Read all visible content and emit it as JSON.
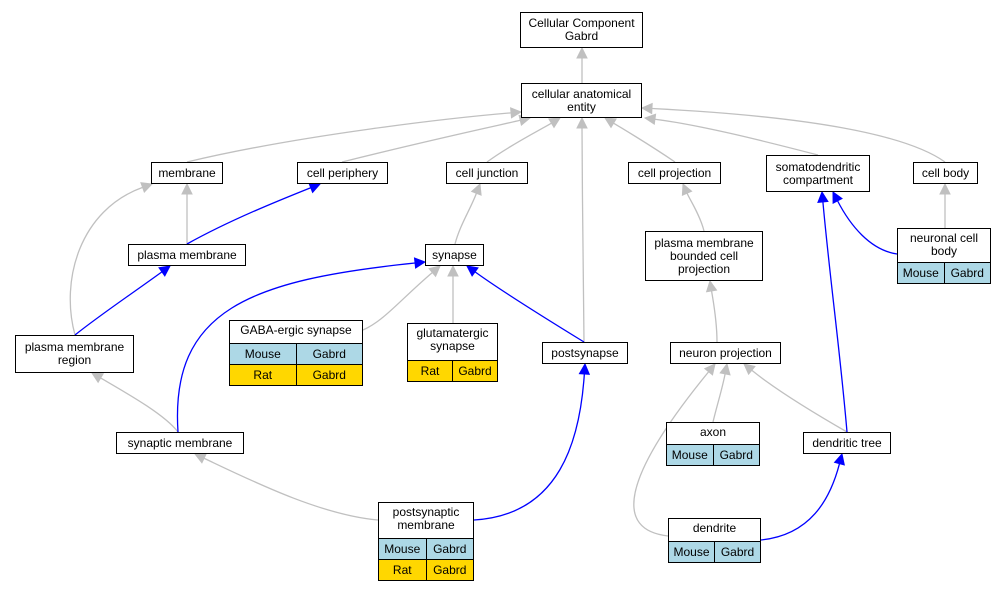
{
  "colors": {
    "is_a": "#c0c0c0",
    "part_of": "#0000ff",
    "mouse": "#add8e6",
    "rat": "#ffd700"
  },
  "nodes": {
    "cc_gabrd": {
      "label_lines": [
        "Cellular Component",
        "Gabrd"
      ]
    },
    "cae": {
      "label_lines": [
        "cellular anatomical",
        "entity"
      ]
    },
    "membrane": {
      "label_lines": [
        "membrane"
      ]
    },
    "cell_periphery": {
      "label_lines": [
        "cell periphery"
      ]
    },
    "cell_junction": {
      "label_lines": [
        "cell junction"
      ]
    },
    "cell_projection": {
      "label_lines": [
        "cell projection"
      ]
    },
    "somatodendritic": {
      "label_lines": [
        "somatodendritic",
        "compartment"
      ]
    },
    "cell_body": {
      "label_lines": [
        "cell body"
      ]
    },
    "plasma_membrane": {
      "label_lines": [
        "plasma membrane"
      ]
    },
    "synapse": {
      "label_lines": [
        "synapse"
      ]
    },
    "pm_bounded": {
      "label_lines": [
        "plasma membrane",
        "bounded cell",
        "projection"
      ]
    },
    "neuronal_cell_body": {
      "label_lines": [
        "neuronal cell",
        "body"
      ],
      "rows": [
        [
          "Mouse",
          "Gabrd"
        ]
      ]
    },
    "gaba_synapse": {
      "label_lines": [
        "GABA-ergic synapse"
      ],
      "rows": [
        [
          "Mouse",
          "Gabrd"
        ],
        [
          "Rat",
          "Gabrd"
        ]
      ]
    },
    "glutamatergic": {
      "label_lines": [
        "glutamatergic",
        "synapse"
      ],
      "rows": [
        [
          "Rat",
          "Gabrd"
        ]
      ]
    },
    "postsynapse": {
      "label_lines": [
        "postsynapse"
      ]
    },
    "neuron_projection": {
      "label_lines": [
        "neuron projection"
      ]
    },
    "pm_region": {
      "label_lines": [
        "plasma membrane",
        "region"
      ]
    },
    "synaptic_membrane": {
      "label_lines": [
        "synaptic membrane"
      ]
    },
    "axon": {
      "label_lines": [
        "axon"
      ],
      "rows": [
        [
          "Mouse",
          "Gabrd"
        ]
      ]
    },
    "dendritic_tree": {
      "label_lines": [
        "dendritic tree"
      ]
    },
    "postsynaptic_membrane": {
      "label_lines": [
        "postsynaptic",
        "membrane"
      ],
      "rows": [
        [
          "Mouse",
          "Gabrd"
        ],
        [
          "Rat",
          "Gabrd"
        ]
      ]
    },
    "dendrite": {
      "label_lines": [
        "dendrite"
      ],
      "rows": [
        [
          "Mouse",
          "Gabrd"
        ]
      ]
    }
  },
  "edges": [
    {
      "from": "cae",
      "to": "cc_gabrd",
      "type": "is_a"
    },
    {
      "from": "membrane",
      "to": "cae",
      "type": "is_a"
    },
    {
      "from": "cell_periphery",
      "to": "cae",
      "type": "is_a"
    },
    {
      "from": "cell_junction",
      "to": "cae",
      "type": "is_a"
    },
    {
      "from": "cell_projection",
      "to": "cae",
      "type": "is_a"
    },
    {
      "from": "somatodendritic",
      "to": "cae",
      "type": "is_a"
    },
    {
      "from": "cell_body",
      "to": "cae",
      "type": "is_a"
    },
    {
      "from": "postsynapse",
      "to": "cae",
      "type": "is_a"
    },
    {
      "from": "plasma_membrane",
      "to": "membrane",
      "type": "is_a"
    },
    {
      "from": "plasma_membrane",
      "to": "cell_periphery",
      "type": "part_of"
    },
    {
      "from": "synapse",
      "to": "cell_junction",
      "type": "is_a"
    },
    {
      "from": "pm_bounded",
      "to": "cell_projection",
      "type": "is_a"
    },
    {
      "from": "neuronal_cell_body",
      "to": "cell_body",
      "type": "is_a"
    },
    {
      "from": "neuronal_cell_body",
      "to": "somatodendritic",
      "type": "part_of"
    },
    {
      "from": "gaba_synapse",
      "to": "synapse",
      "type": "is_a"
    },
    {
      "from": "glutamatergic",
      "to": "synapse",
      "type": "is_a"
    },
    {
      "from": "postsynapse",
      "to": "synapse",
      "type": "part_of"
    },
    {
      "from": "neuron_projection",
      "to": "pm_bounded",
      "type": "is_a"
    },
    {
      "from": "pm_region",
      "to": "membrane",
      "type": "is_a"
    },
    {
      "from": "pm_region",
      "to": "plasma_membrane",
      "type": "part_of"
    },
    {
      "from": "synaptic_membrane",
      "to": "pm_region",
      "type": "is_a"
    },
    {
      "from": "synaptic_membrane",
      "to": "synapse",
      "type": "part_of"
    },
    {
      "from": "axon",
      "to": "neuron_projection",
      "type": "is_a"
    },
    {
      "from": "dendritic_tree",
      "to": "neuron_projection",
      "type": "is_a"
    },
    {
      "from": "dendritic_tree",
      "to": "somatodendritic",
      "type": "part_of"
    },
    {
      "from": "postsynaptic_membrane",
      "to": "synaptic_membrane",
      "type": "is_a"
    },
    {
      "from": "postsynaptic_membrane",
      "to": "postsynapse",
      "type": "part_of"
    },
    {
      "from": "dendrite",
      "to": "neuron_projection",
      "type": "is_a"
    },
    {
      "from": "dendrite",
      "to": "dendritic_tree",
      "type": "part_of"
    }
  ]
}
